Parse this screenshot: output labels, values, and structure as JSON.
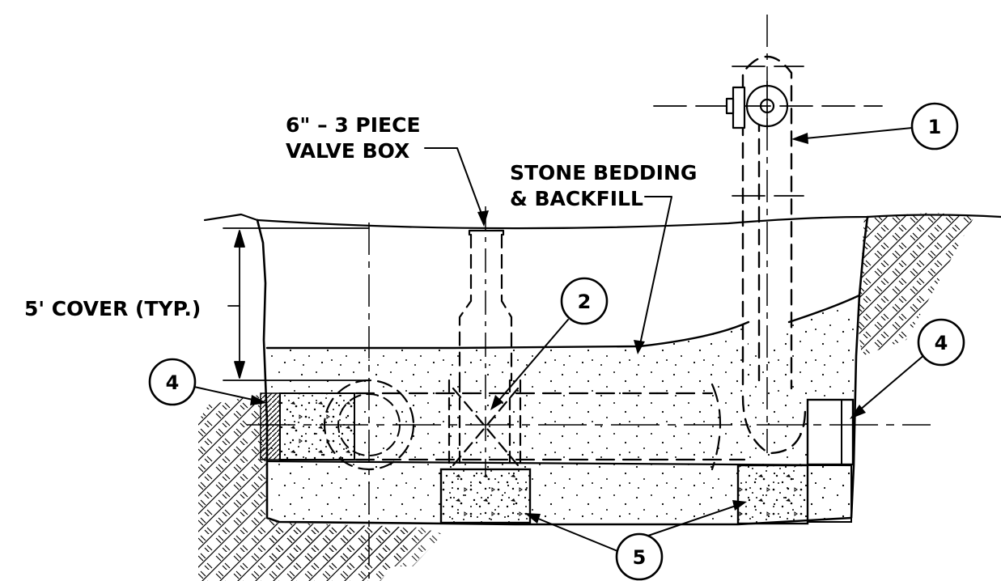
{
  "labels": {
    "valve_box_line1": "6\" – 3 PIECE",
    "valve_box_line2": "VALVE BOX",
    "stone_line1": "STONE BEDDING",
    "stone_line2": "& BACKFILL",
    "cover": "5' COVER (TYP.)"
  },
  "callouts": [
    {
      "id": "callout-1",
      "number": "1"
    },
    {
      "id": "callout-2",
      "number": "2"
    },
    {
      "id": "callout-4-left",
      "number": "4"
    },
    {
      "id": "callout-4-right",
      "number": "4"
    },
    {
      "id": "callout-5",
      "number": "5"
    }
  ],
  "colors": {
    "line": "#000000",
    "background": "#ffffff"
  }
}
